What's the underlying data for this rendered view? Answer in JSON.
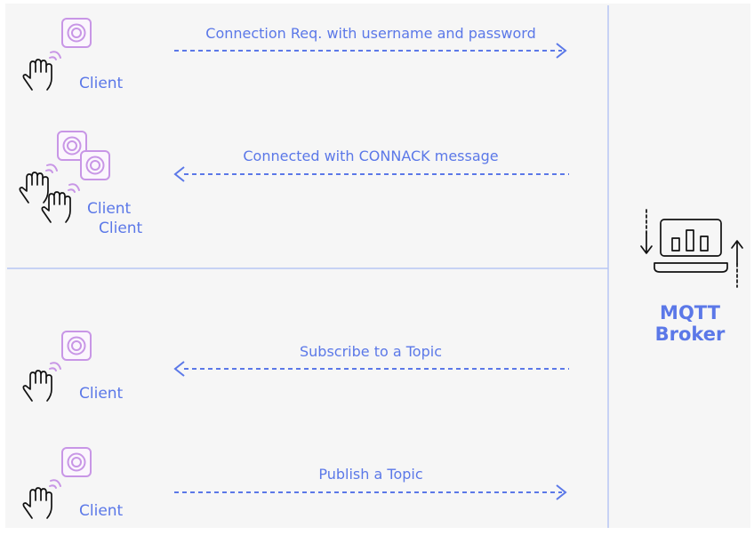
{
  "client_label": "Client",
  "messages": [
    "Connection Req. with username and password",
    "Connected with CONNACK message",
    "Subscribe to a Topic",
    "Publish a Topic"
  ],
  "broker": {
    "line1": "MQTT",
    "line2": "Broker"
  },
  "colors": {
    "accent": "#5b78e8",
    "device": "#c896e6",
    "panel": "#f6f6f6",
    "divider": "#b7c6f4",
    "dark": "#111111"
  }
}
